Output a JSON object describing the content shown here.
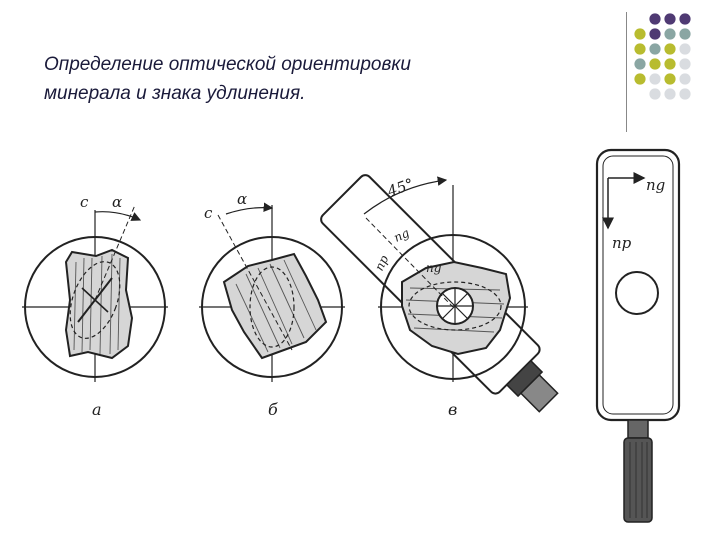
{
  "title": {
    "line1": "Определение оптической ориентировки",
    "line2": "минерала и знака удлинения."
  },
  "colors": {
    "purple": "#4f3a73",
    "teal": "#8aa6a3",
    "olive": "#b8bc2f",
    "lightgray": "#d9dce0",
    "ink": "#222222"
  },
  "figure": {
    "panel_a": {
      "c_label": "c",
      "angle_label": "α",
      "caption": "а"
    },
    "panel_b": {
      "c_label": "c",
      "angle_label": "α",
      "caption": "б"
    },
    "panel_v": {
      "angle_label": "45°",
      "np_label": "np",
      "ng_label": "ng",
      "ng_grain_label": "ng",
      "caption": "в"
    },
    "compensator": {
      "ng_label": "ng",
      "np_label": "np"
    }
  }
}
